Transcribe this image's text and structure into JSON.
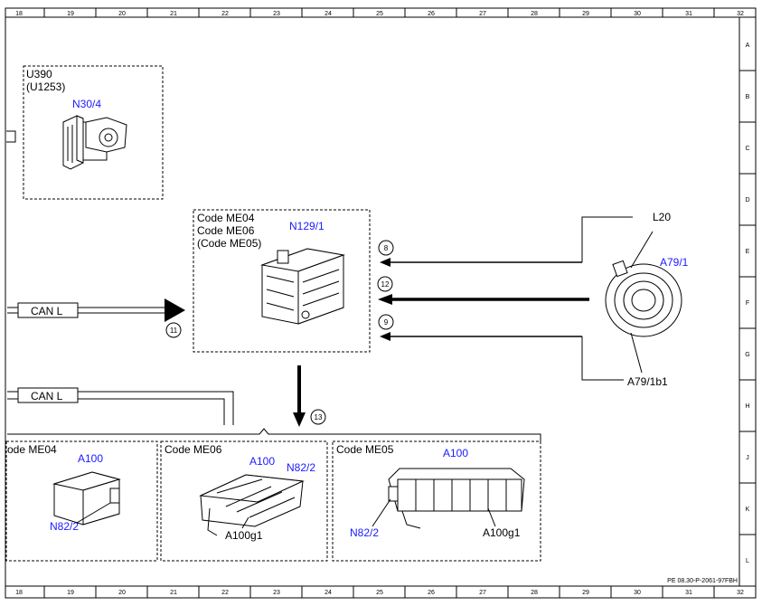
{
  "frame": {
    "top_numbers": [
      "18",
      "19",
      "20",
      "21",
      "22",
      "23",
      "24",
      "25",
      "26",
      "27",
      "28",
      "29",
      "30",
      "31",
      "32"
    ],
    "bottom_numbers": [
      "18",
      "19",
      "20",
      "21",
      "22",
      "23",
      "24",
      "25",
      "26",
      "27",
      "28",
      "29",
      "30",
      "31",
      "32"
    ],
    "right_letters": [
      "A",
      "B",
      "C",
      "D",
      "E",
      "F",
      "G",
      "H",
      "J",
      "K",
      "L"
    ],
    "reference": "PE 08.30-P-2061-97FBH"
  },
  "u390": {
    "line1": "U390",
    "line2": "(U1253)",
    "part": "N30/4"
  },
  "center": {
    "code1": "Code ME04",
    "code2": "Code ME06",
    "code3": "(Code ME05)",
    "part": "N129/1"
  },
  "right_part": {
    "part": "A79/1",
    "top_label": "L20",
    "bottom_label": "A79/1b1"
  },
  "can_upper": "CAN L",
  "can_lower": "CAN L",
  "markers": {
    "m8": "8",
    "m12": "12",
    "m9": "9",
    "m11": "11",
    "m13": "13"
  },
  "bottom": {
    "left": {
      "code": "ode ME04",
      "a100": "A100",
      "n82": "N82/2"
    },
    "mid": {
      "code": "Code ME06",
      "a100": "A100",
      "n82": "N82/2",
      "g1": "A100g1"
    },
    "right": {
      "code": "Code ME05",
      "a100": "A100",
      "n82": "N82/2",
      "g1": "A100g1"
    }
  },
  "colors": {
    "part_label": "#1a1aff",
    "line": "#000000"
  }
}
